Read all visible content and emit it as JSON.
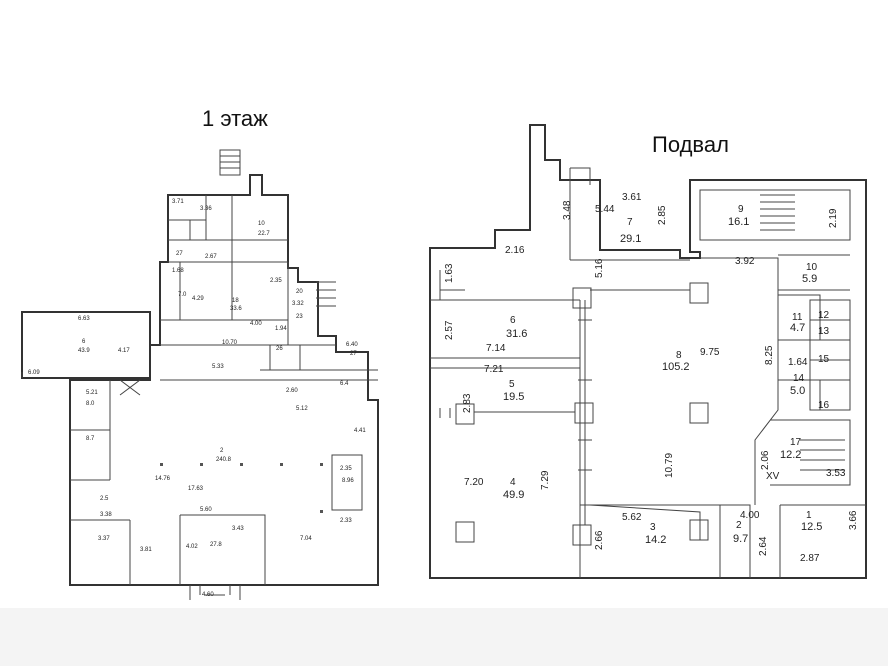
{
  "titles": {
    "floor1": "1 этаж",
    "basement": "Подвал"
  },
  "floor1_labels": [
    "6.63",
    "6",
    "43.9",
    "4.17",
    "6.09",
    "3.71",
    "3.36",
    "1.68",
    "4.29",
    "10",
    "22.7",
    "27",
    "2.67",
    "7.0",
    "18",
    "33.6",
    "4.00",
    "20",
    "23",
    "2.35",
    "3.32",
    "1.94",
    "10.70",
    "26",
    "6.40",
    "27",
    "5.33",
    "2.60",
    "5.12",
    "6.4",
    "4.41",
    "2.35",
    "8.96",
    "2.33",
    "14.76",
    "2",
    "240.8",
    "17.63",
    "5.60",
    "3.43",
    "3.81",
    "4.02",
    "7.04",
    "27.8",
    "3.38",
    "5.21",
    "4.60",
    "3.37",
    "2.5",
    "8.7",
    "8.0"
  ],
  "basement_labels": [
    "5.44",
    "3.61",
    "3.48",
    "2.85",
    "7",
    "29.1",
    "5.16",
    "9",
    "16.1",
    "2.19",
    "2.16",
    "1.63",
    "3.92",
    "10",
    "5.9",
    "2.57",
    "6",
    "31.6",
    "7.14",
    "11",
    "4.7",
    "12",
    "13",
    "8",
    "105.2",
    "9.75",
    "8.25",
    "1.64",
    "15",
    "14",
    "5.0",
    "16",
    "7.21",
    "5",
    "19.5",
    "2.83",
    "17",
    "12.2",
    "2.06",
    "XV",
    "3.53",
    "10.79",
    "7.20",
    "4",
    "49.9",
    "7.29",
    "4.00",
    "5.62",
    "3",
    "14.2",
    "2",
    "9.7",
    "1",
    "12.5",
    "3.66",
    "2.66",
    "2.64",
    "2.87"
  ]
}
